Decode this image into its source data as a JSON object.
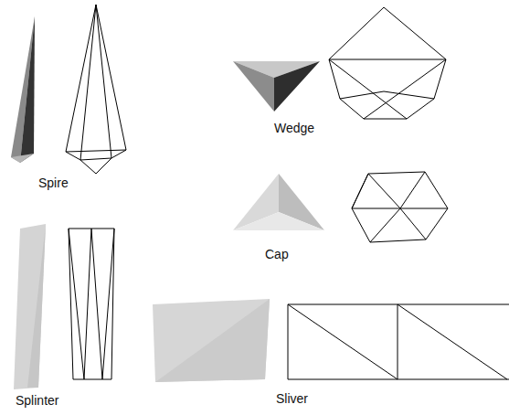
{
  "diagram": {
    "labels": [
      "Spire",
      "Wedge",
      "Cap",
      "Splinter",
      "Sliver"
    ]
  }
}
